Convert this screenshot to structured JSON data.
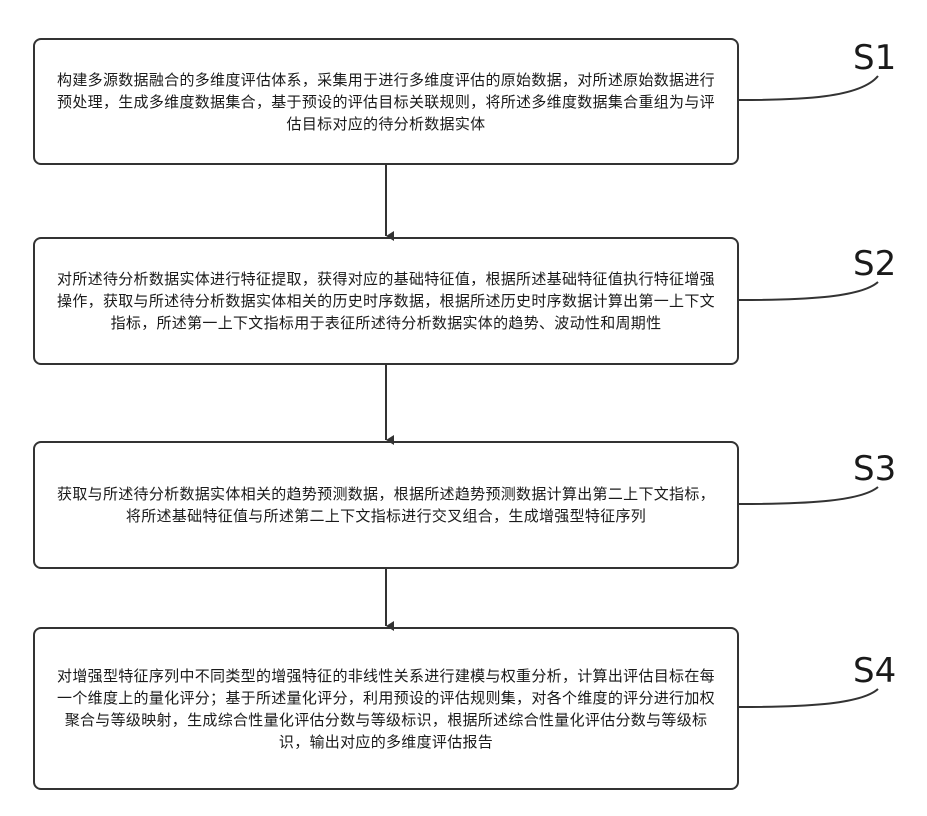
{
  "steps": [
    {
      "label": "S1",
      "text": "构建多源数据融合的多维度评估体系，采集用于进行多维度评估的原始数据，对所述原始数据进行预处理，生成多维度数据集合，基于预设的评估目标关联规则，将所述多维度数据集合重组为与评估目标对应的待分析数据实体"
    },
    {
      "label": "S2",
      "text": "对所述待分析数据实体进行特征提取，获得对应的基础特征值，根据所述基础特征值执行特征增强操作，获取与所述待分析数据实体相关的历史时序数据，根据所述历史时序数据计算出第一上下文指标，所述第一上下文指标用于表征所述待分析数据实体的趋势、波动性和周期性"
    },
    {
      "label": "S3",
      "text": "获取与所述待分析数据实体相关的趋势预测数据，根据所述趋势预测数据计算出第二上下文指标，将所述基础特征值与所述第二上下文指标进行交叉组合，生成增强型特征序列"
    },
    {
      "label": "S4",
      "text": "对增强型特征序列中不同类型的增强特征的非线性关系进行建模与权重分析，计算出评估目标在每一个维度上的量化评分；基于所述量化评分，利用预设的评估规则集，对各个维度的评分进行加权聚合与等级映射，生成综合性量化评估分数与等级标识，根据所述综合性量化评估分数与等级标识，输出对应的多维度评估报告"
    }
  ]
}
